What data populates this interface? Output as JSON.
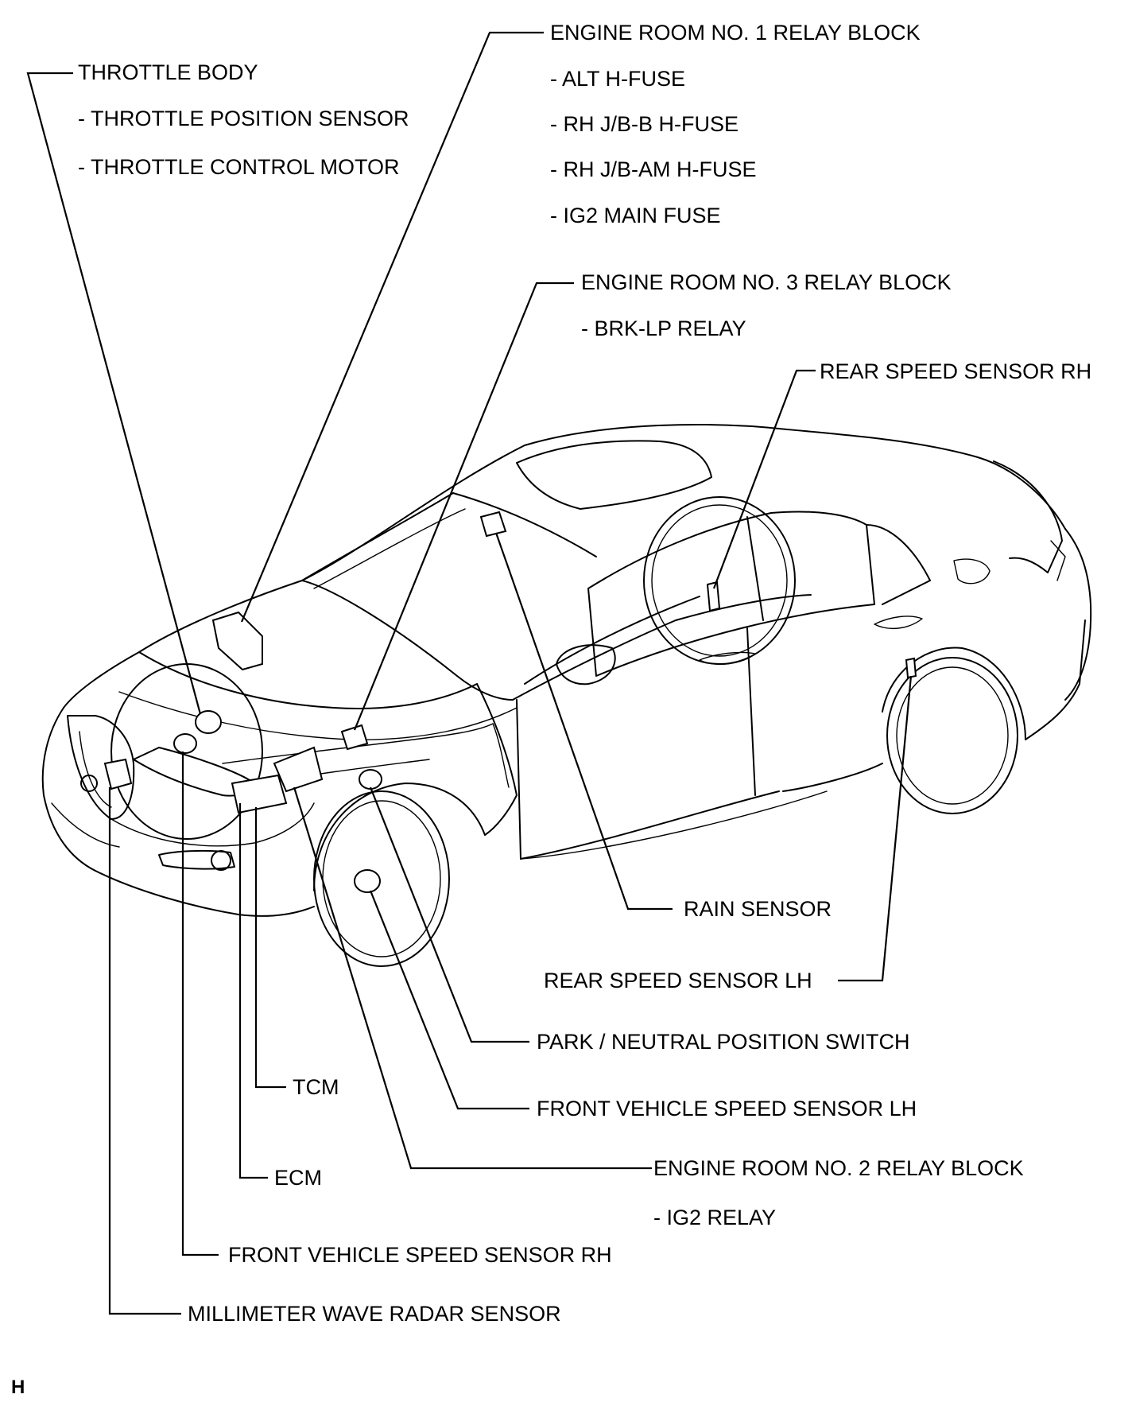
{
  "labels": {
    "throttle_body": "THROTTLE BODY",
    "throttle_position_sensor": "- THROTTLE POSITION SENSOR",
    "throttle_control_motor": "- THROTTLE CONTROL MOTOR",
    "engine_room_relay_1": "ENGINE ROOM NO. 1 RELAY BLOCK",
    "alt_hfuse": "- ALT H-FUSE",
    "rh_jbb_hfuse": "- RH J/B-B H-FUSE",
    "rh_jbam_hfuse": "- RH J/B-AM H-FUSE",
    "ig2_main_fuse": "- IG2 MAIN FUSE",
    "engine_room_relay_3": "ENGINE ROOM NO. 3 RELAY BLOCK",
    "brklp_relay": "- BRK-LP RELAY",
    "rear_speed_rh": "REAR SPEED SENSOR RH",
    "rain_sensor": "RAIN SENSOR",
    "rear_speed_lh": "REAR SPEED SENSOR LH",
    "park_neutral": "PARK / NEUTRAL POSITION SWITCH",
    "front_speed_lh": "FRONT VEHICLE SPEED SENSOR LH",
    "tcm": "TCM",
    "engine_room_relay_2": "ENGINE ROOM NO. 2 RELAY BLOCK",
    "ecm": "ECM",
    "ig2_relay": "- IG2 RELAY",
    "front_speed_rh": "FRONT VEHICLE SPEED SENSOR RH",
    "mmw_radar": "MILLIMETER WAVE RADAR SENSOR"
  },
  "corner_mark": "H"
}
